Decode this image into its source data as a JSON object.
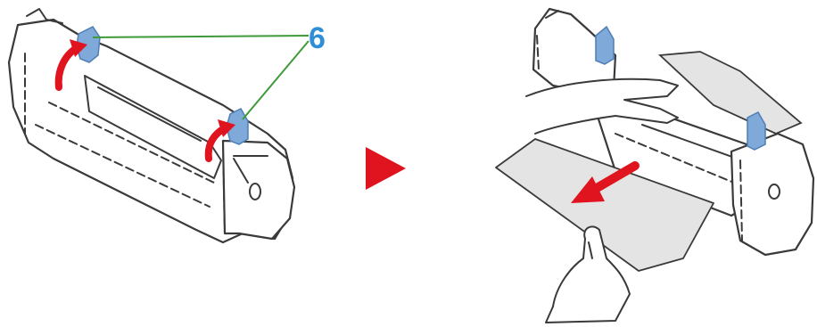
{
  "callout": {
    "label": "6"
  },
  "colors": {
    "lever_blue": "#7ea9d8",
    "lever_blue_dark": "#4f7fb6",
    "leader_green": "#3f9a3a",
    "callout_blue": "#2f8fd6",
    "arrow_red": "#e0141e",
    "paper_gray": "#e4e4e4",
    "outline": "#3a3a3a"
  },
  "icons": {
    "left_panel": [
      "cartridge-drawing",
      "blue-release-lever-icon",
      "red-curved-arrow-icon",
      "callout-leader-line"
    ],
    "middle": "red-triangle-next-step-icon",
    "right_panel": [
      "cartridge-drawing",
      "jammed-paper-sheet",
      "red-pull-arrow-icon",
      "hand-icon"
    ]
  }
}
